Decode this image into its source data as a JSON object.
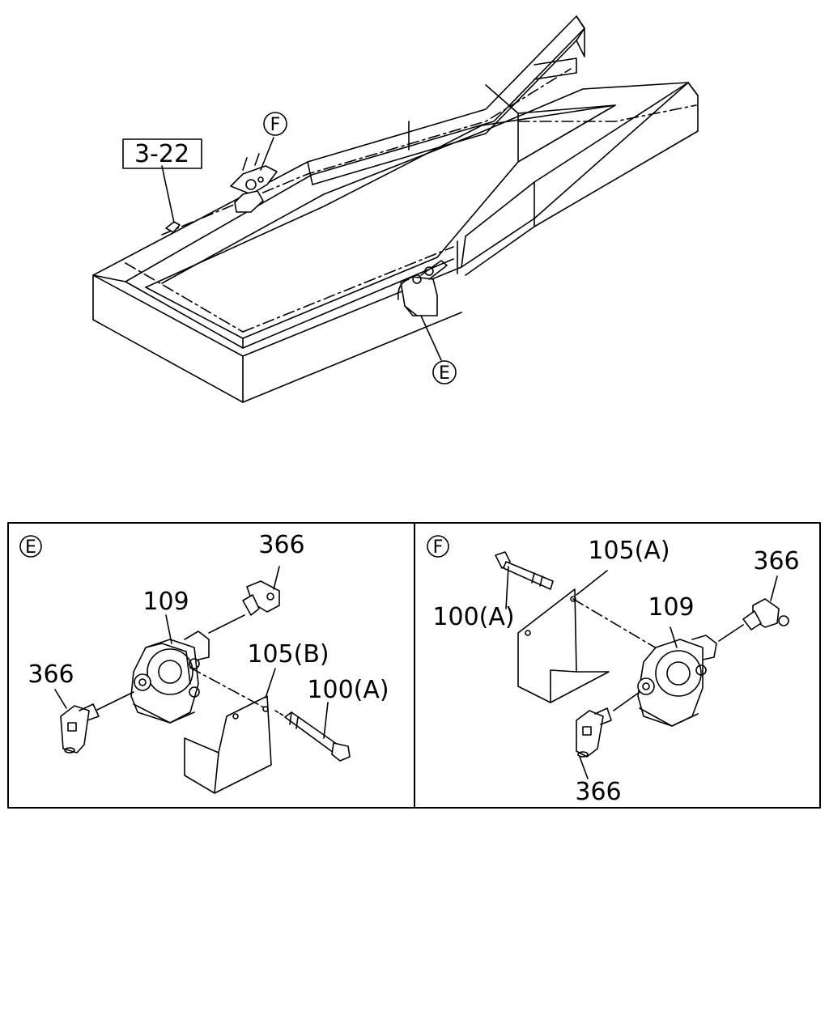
{
  "overview": {
    "ref_box": "3-22",
    "callout_f": "F",
    "callout_e": "E"
  },
  "panel_e": {
    "callout": "E",
    "labels": {
      "fitting_top": "366",
      "valve": "109",
      "fitting_left": "366",
      "bracket": "105(B)",
      "bolt": "100(A)"
    }
  },
  "panel_f": {
    "callout": "F",
    "labels": {
      "bracket": "105(A)",
      "fitting_right": "366",
      "bolt": "100(A)",
      "valve": "109",
      "fitting_bottom": "366"
    }
  }
}
